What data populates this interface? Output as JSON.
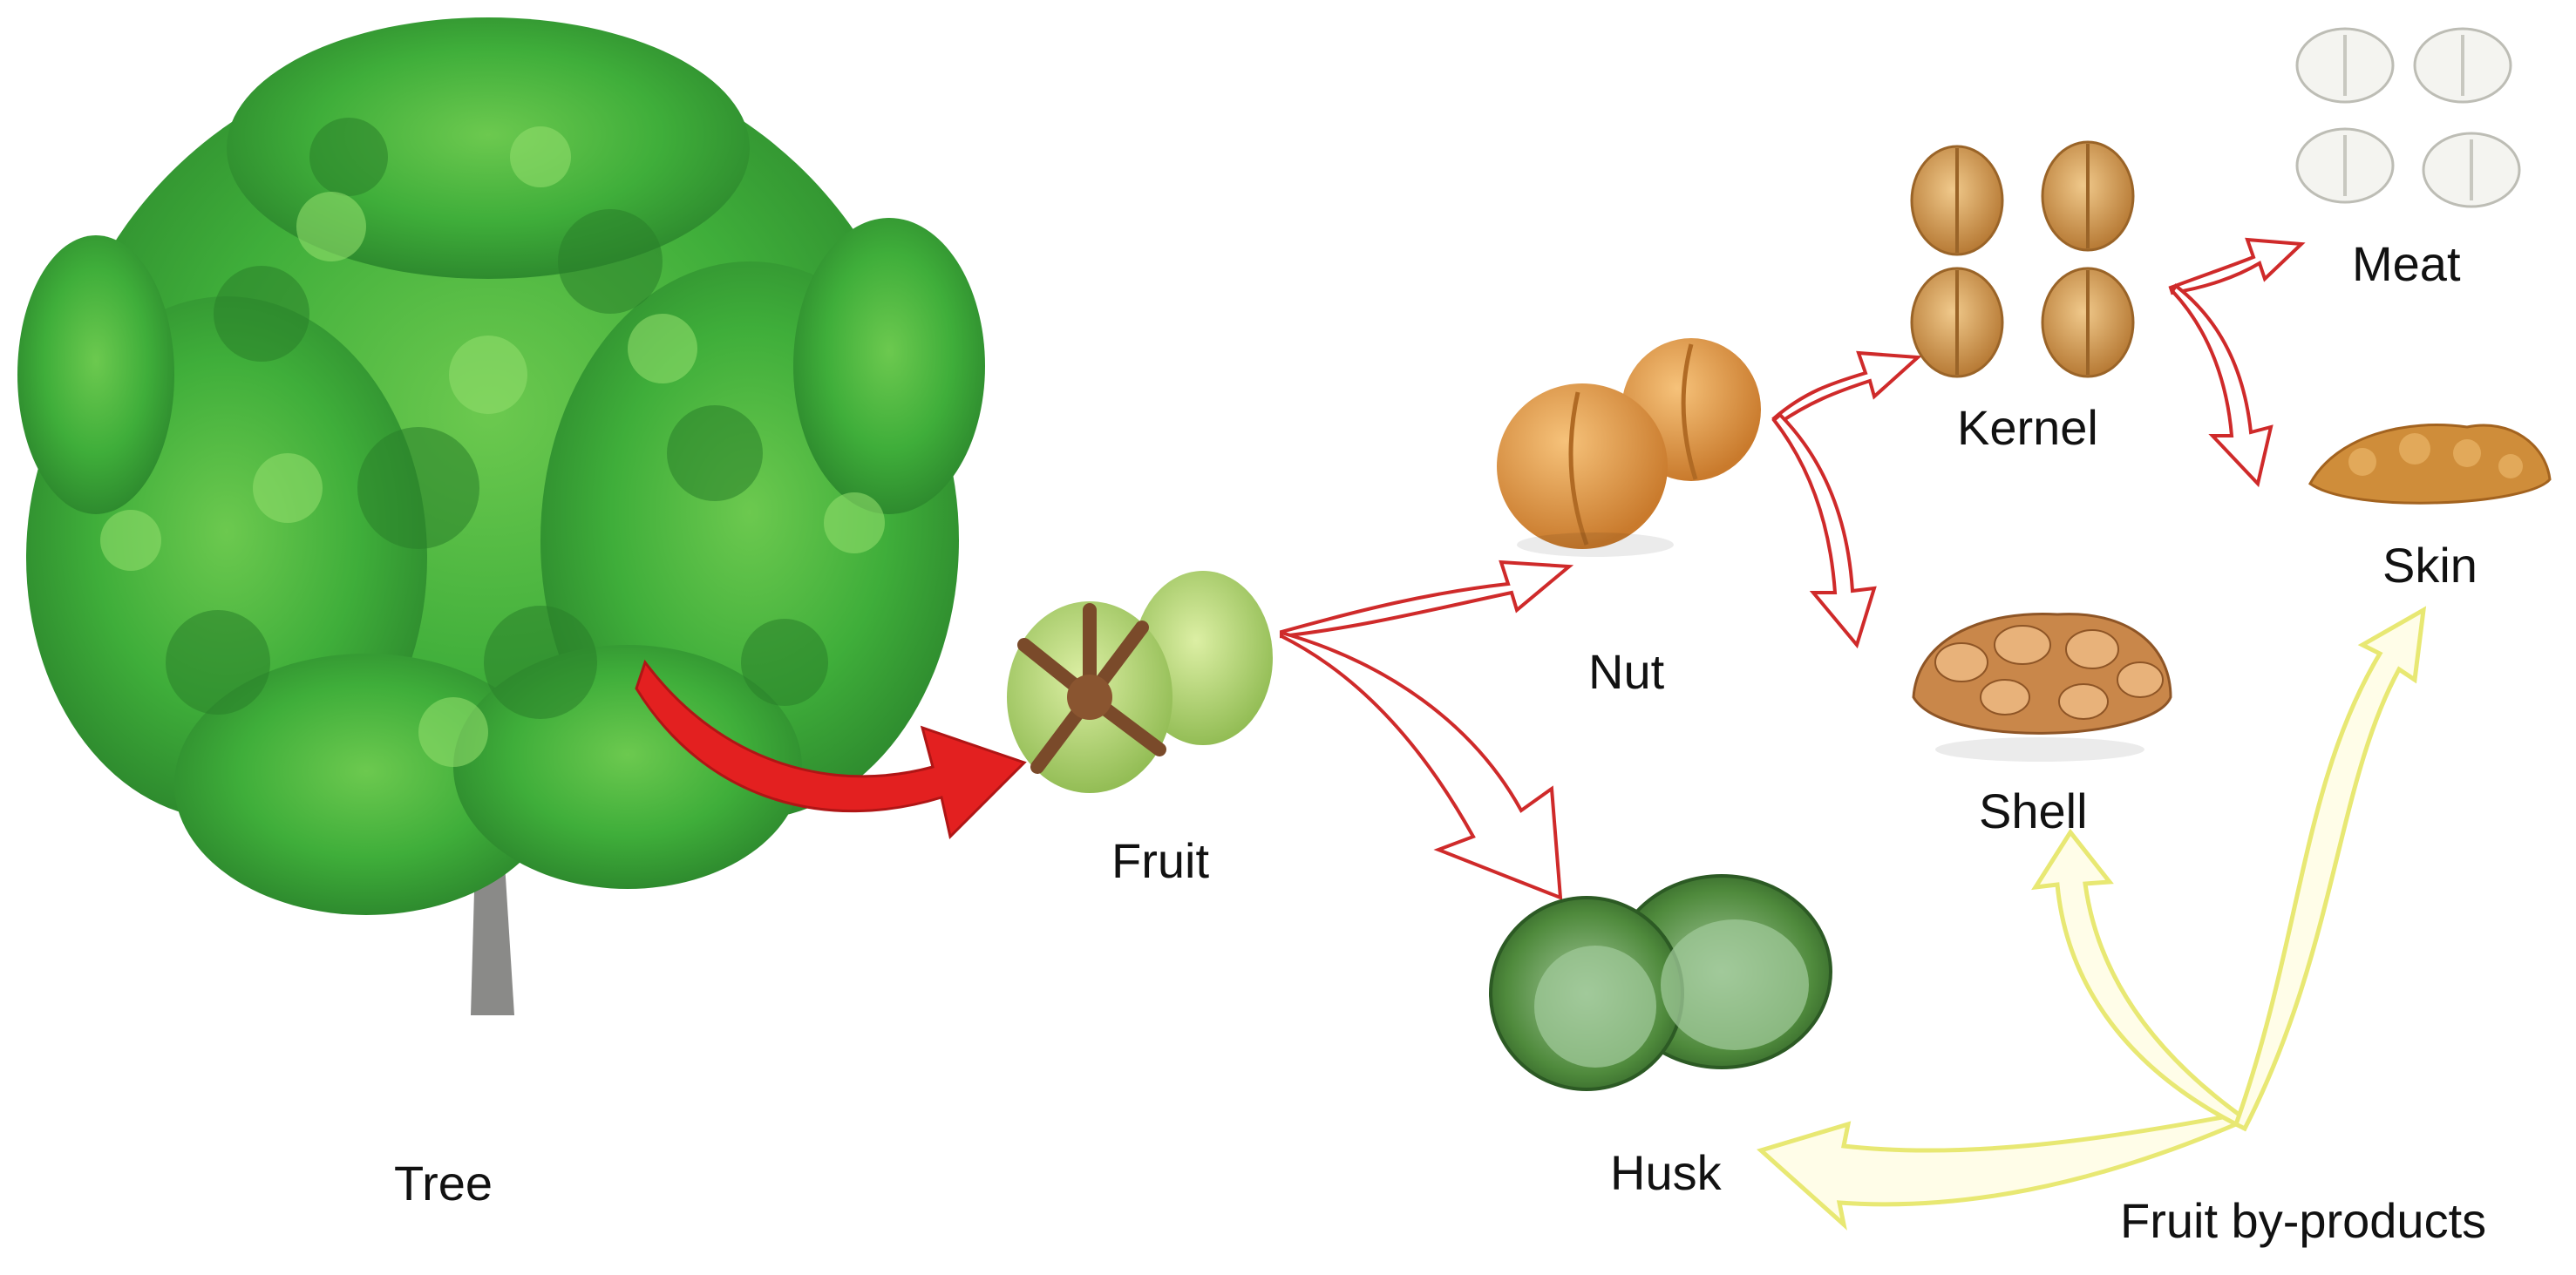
{
  "labels": {
    "tree": "Tree",
    "fruit": "Fruit",
    "nut": "Nut",
    "husk": "Husk",
    "kernel": "Kernel",
    "shell": "Shell",
    "meat": "Meat",
    "skin": "Skin",
    "byproducts": "Fruit by-products"
  },
  "colors": {
    "tree_leaf_dark": "#2e8b2e",
    "tree_leaf_mid": "#3fae3a",
    "tree_leaf_light": "#6cc94f",
    "trunk": "#8a8a88",
    "fruit_green": "#b9d97a",
    "fruit_crack": "#7a4a2a",
    "nut": "#e49a45",
    "husk_green": "#5f9a48",
    "kernel": "#d9a25a",
    "meat": "#f4f4f0",
    "shell": "#c9874a",
    "skin": "#cf8d3a",
    "arrow_red": "#e32020",
    "arrow_red_outline": "#cf2a2a",
    "arrow_yellow": "#e8e873"
  }
}
